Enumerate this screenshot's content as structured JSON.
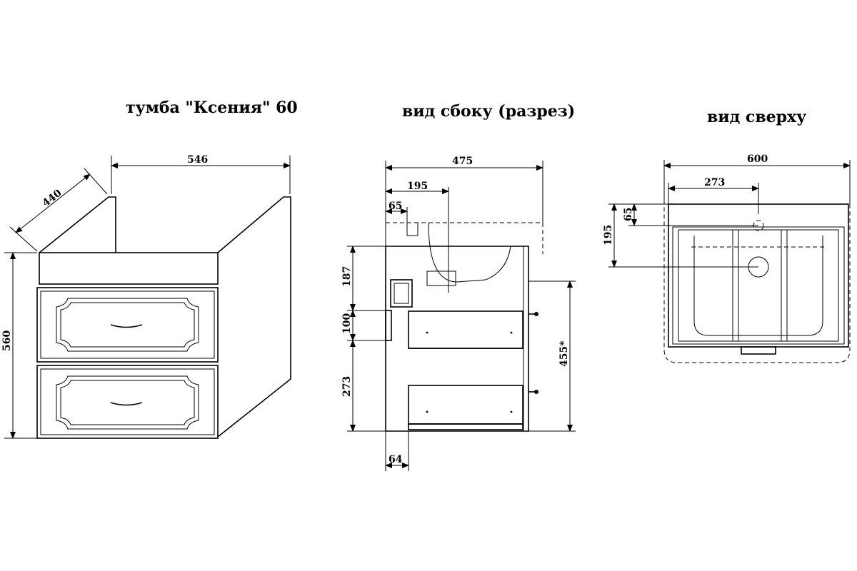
{
  "titles": {
    "front": "тумба \"Ксения\" 60",
    "side": "вид сбоку (разрез)",
    "top": "вид сверху"
  },
  "front_view": {
    "width": "546",
    "depth": "440",
    "height": "560"
  },
  "side_view": {
    "depth": "475",
    "sink_offset": "195",
    "pipe_offset": "65",
    "upper_height": "187",
    "mid_height": "100",
    "lower_height": "273",
    "drawer_height": "455*",
    "bottom_offset": "64"
  },
  "top_view": {
    "width": "600",
    "drain_x": "273",
    "pipe_y": "65",
    "drain_y": "195"
  }
}
